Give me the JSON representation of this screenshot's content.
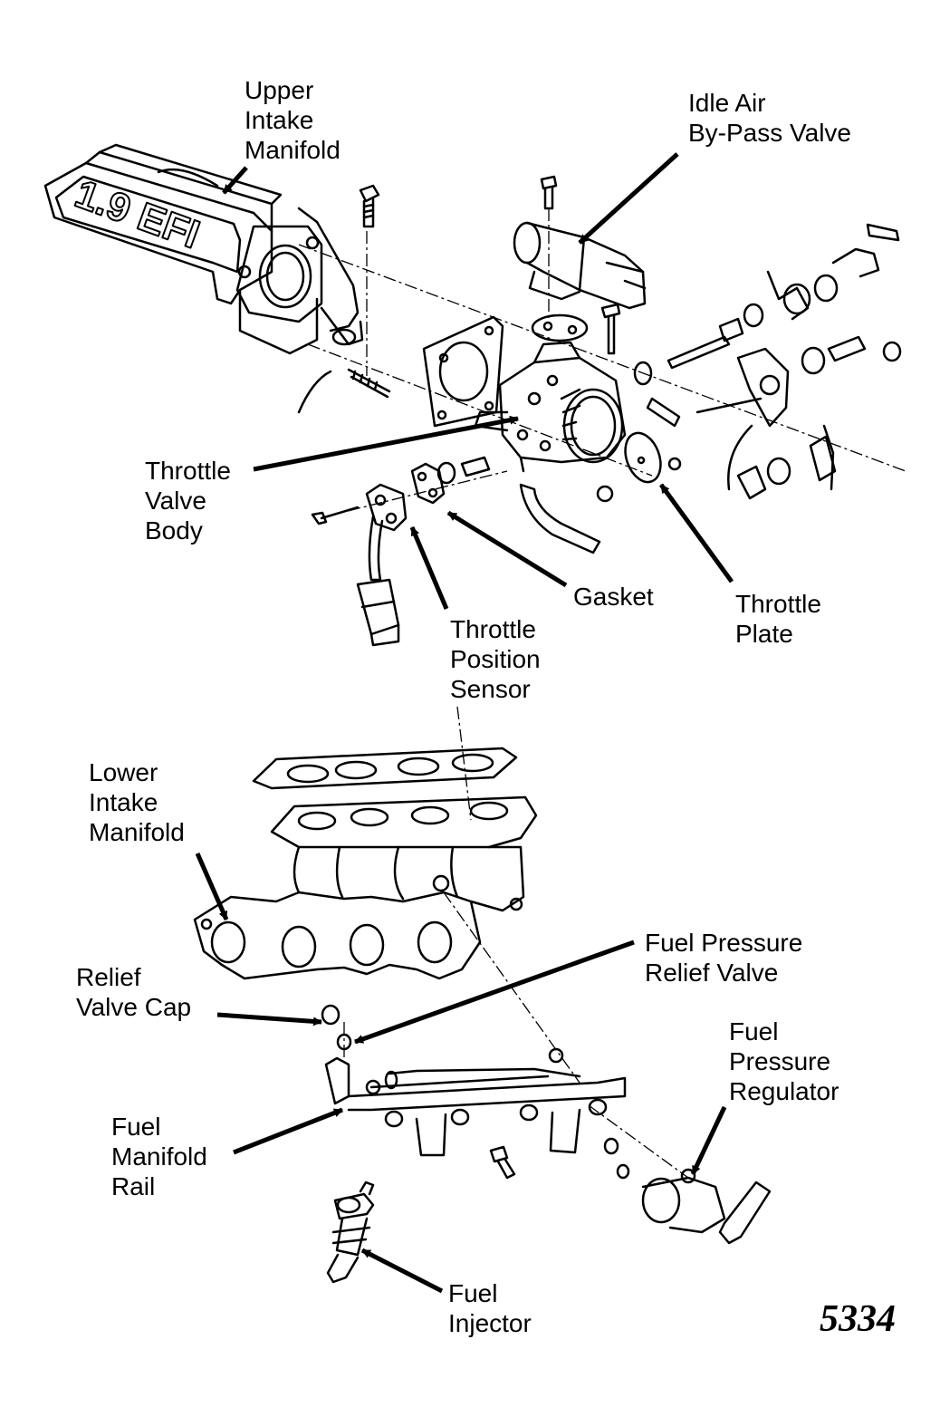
{
  "labels": {
    "upper_intake_manifold": [
      "Upper",
      "Intake",
      "Manifold"
    ],
    "idle_air_bypass_valve": [
      "Idle Air",
      "By-Pass Valve"
    ],
    "throttle_valve_body": [
      "Throttle",
      "Valve",
      "Body"
    ],
    "gasket": [
      "Gasket"
    ],
    "throttle_plate": [
      "Throttle",
      "Plate"
    ],
    "throttle_position_sensor": [
      "Throttle",
      "Position",
      "Sensor"
    ],
    "lower_intake_manifold": [
      "Lower",
      "Intake",
      "Manifold"
    ],
    "fuel_pressure_relief_valve": [
      "Fuel Pressure",
      "Relief Valve"
    ],
    "relief_valve_cap": [
      "Relief",
      "Valve Cap"
    ],
    "fuel_pressure_regulator": [
      "Fuel",
      "Pressure",
      "Regulator"
    ],
    "fuel_manifold_rail": [
      "Fuel",
      "Manifold",
      "Rail"
    ],
    "fuel_injector": [
      "Fuel",
      "Injector"
    ]
  },
  "manifold_badge": "1.9 EFI",
  "figure_number": "5334"
}
